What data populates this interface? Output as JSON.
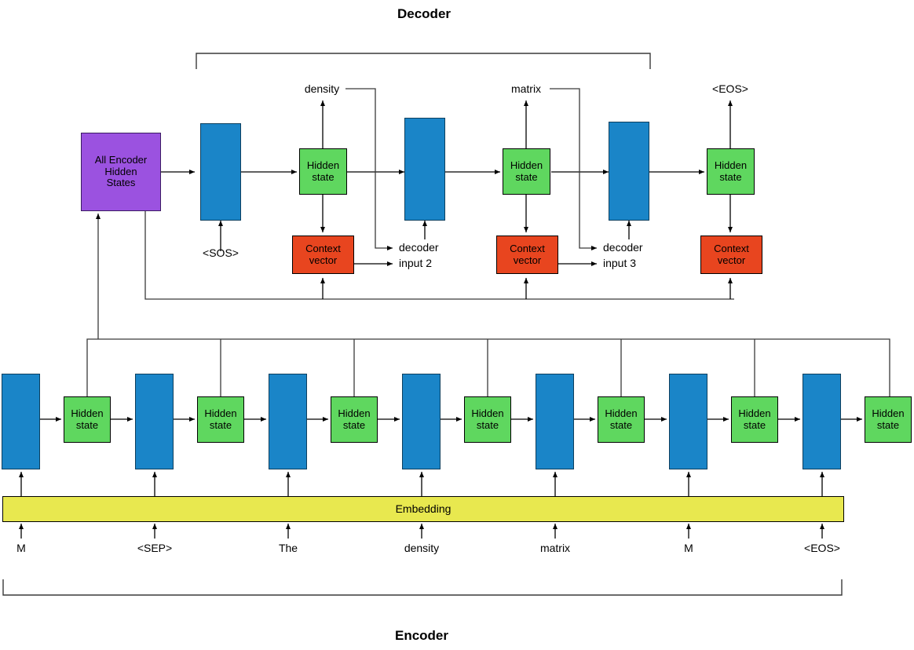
{
  "diagram": {
    "decoder_title": "Decoder",
    "encoder_title": "Encoder",
    "embedding_label": "Embedding",
    "encoder_hidden_label": "Hidden\nstate",
    "context_vector_label": "Context\nvector",
    "all_encoder_label": "All Encoder\nHidden\nStates",
    "colors": {
      "blue_cell": "#1a85c8",
      "green_hidden": "#5fd75f",
      "orange_context": "#e8451f",
      "purple_states": "#9b52e0",
      "yellow_embedding": "#e8e84f",
      "line": "#555555",
      "text": "#000000"
    }
  },
  "decoder": {
    "title": "Decoder",
    "all_encoder_hidden_states": {
      "line1": "All Encoder",
      "line2": "Hidden",
      "line3": "States"
    },
    "start_token": "<SOS>",
    "steps": [
      {
        "hidden_line1": "Hidden",
        "hidden_line2": "state",
        "output_token": "density",
        "context_line1": "Context",
        "context_line2": "vector",
        "next_input_line1": "decoder",
        "next_input_line2": "input 2"
      },
      {
        "hidden_line1": "Hidden",
        "hidden_line2": "state",
        "output_token": "matrix",
        "context_line1": "Context",
        "context_line2": "vector",
        "next_input_line1": "decoder",
        "next_input_line2": "input 3"
      },
      {
        "hidden_line1": "Hidden",
        "hidden_line2": "state",
        "output_token": "<EOS>",
        "context_line1": "Context",
        "context_line2": "vector",
        "next_input_line1": "",
        "next_input_line2": ""
      }
    ]
  },
  "encoder": {
    "title": "Encoder",
    "embedding_label": "Embedding",
    "hidden_line1": "Hidden",
    "hidden_line2": "state",
    "input_tokens": [
      "M",
      "<SEP>",
      "The",
      "density",
      "matrix",
      "M",
      "<EOS>"
    ],
    "cell_count": 7,
    "hidden_state_count": 7
  }
}
